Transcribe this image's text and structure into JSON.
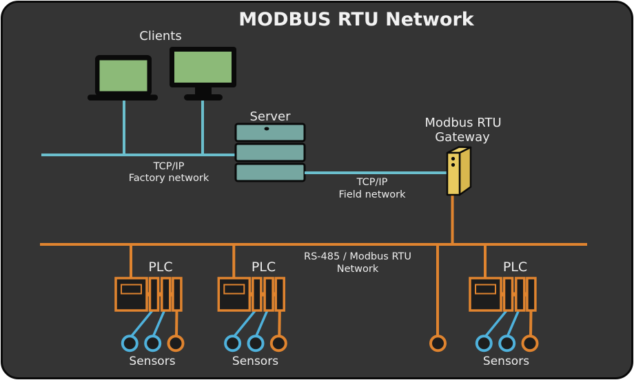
{
  "title": "MODBUS RTU Network",
  "colors": {
    "panel_bg": "#343434",
    "frame_black": "#0a0a0a",
    "title_color": "#f2f2f2",
    "text_color": "#ededed",
    "screen_green": "#8cba78",
    "server_teal": "#76a7a1",
    "gateway_front": "#e8ca5f",
    "gateway_side": "#d9b84e",
    "gateway_top": "#edd36e",
    "tcp_line": "#6bbfcd",
    "sensor_blue": "#4fb2dc",
    "rs485_line": "#e0842f",
    "device_fill": "#1d1d1d"
  },
  "diagram": {
    "clients": {
      "label": "Clients",
      "devices": [
        "laptop",
        "desktop-monitor"
      ]
    },
    "server": {
      "label": "Server"
    },
    "gateway": {
      "label_line1": "Modbus RTU",
      "label_line2": "Gateway"
    },
    "factory_network": {
      "label_line1": "TCP/IP",
      "label_line2": "Factory network"
    },
    "field_network": {
      "label_line1": "TCP/IP",
      "label_line2": "Field network"
    },
    "rs485_network": {
      "label_line1": "RS-485 / Modbus RTU",
      "label_line2": "Network"
    },
    "plcs": [
      {
        "label": "PLC",
        "sensors_label": "Sensors",
        "sensor_colors": [
          "blue",
          "blue",
          "orange"
        ]
      },
      {
        "label": "PLC",
        "sensors_label": "Sensors",
        "sensor_colors": [
          "blue",
          "blue",
          "orange"
        ]
      },
      {
        "label": "PLC",
        "sensors_label": "Sensors",
        "sensor_colors": [
          "blue",
          "blue",
          "orange"
        ]
      }
    ],
    "standalone_sensor": {
      "color": "orange"
    }
  }
}
